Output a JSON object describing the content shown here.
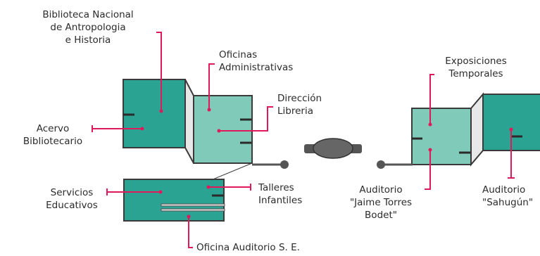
{
  "labels": {
    "biblioteca_1": "Biblioteca Nacional",
    "biblioteca_2": "de Antropologia",
    "biblioteca_3": "e Historia",
    "oficinas_1": "Oficinas",
    "oficinas_2": "Administrativas",
    "direccion_1": "Dirección",
    "direccion_2": "Libreria",
    "acervo_1": "Acervo",
    "acervo_2": "Bibliotecario",
    "servicios_1": "Servicios",
    "servicios_2": "Educativos",
    "talleres_1": "Talleres",
    "talleres_2": "Infantiles",
    "oficina_auditorio": "Oficina Auditorio S. E.",
    "exposiciones_1": "Exposiciones",
    "exposiciones_2": "Temporales",
    "auditorio_jtb_1": "Auditorio",
    "auditorio_jtb_2": "\"Jaime Torres",
    "auditorio_jtb_3": "Bodet\"",
    "auditorio_s_1": "Auditorio",
    "auditorio_s_2": "\"Sahugún\""
  },
  "colors": {
    "room_dark": "#2ba393",
    "room_light": "#7fcab8",
    "leader": "#e0195a",
    "outline": "#3a3a3a",
    "text": "#2b2b2b"
  }
}
